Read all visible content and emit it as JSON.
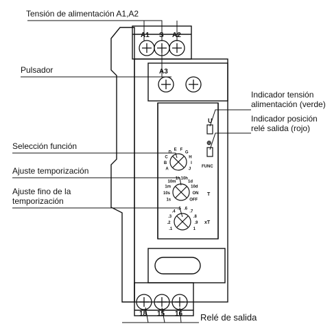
{
  "callouts": {
    "supply_voltage": "Tensión de alimentación A1,A2",
    "push_button": "Pulsador",
    "function_select": "Selección función",
    "time_setting": "Ajuste temporización",
    "fine_time_line1": "Ajuste fino de la",
    "fine_time_line2": "temporización",
    "supply_led_line1": "Indicador tensión",
    "supply_led_line2": "alimentación (verde)",
    "relay_led_line1": "Indicador posición",
    "relay_led_line2": "relé salida (rojo)",
    "output_relay": "Relé de salida"
  },
  "terminals": {
    "top": [
      "A1",
      "S",
      "A2"
    ],
    "middle": "A3",
    "bottom": [
      "18",
      "15",
      "16"
    ]
  },
  "front_panel": {
    "led_supply": "U",
    "led_relay_symbol": "⊕",
    "func_label": "FUNC",
    "t_label": "T",
    "xt_label": "xT",
    "function_dial": [
      "A",
      "B",
      "C",
      "D",
      "E",
      "F",
      "G",
      "H",
      "I",
      "J"
    ],
    "time_dial": [
      "1s",
      "10s",
      "1m",
      "10m",
      "1h",
      "10h",
      "1d",
      "10d",
      "ON",
      "OFF"
    ],
    "fine_dial": [
      ".1",
      ".2",
      ".3",
      ".4",
      ".5",
      ".6",
      ".7",
      ".8",
      ".9",
      "1"
    ]
  },
  "colors": {
    "line": "#111111",
    "background": "#ffffff"
  }
}
